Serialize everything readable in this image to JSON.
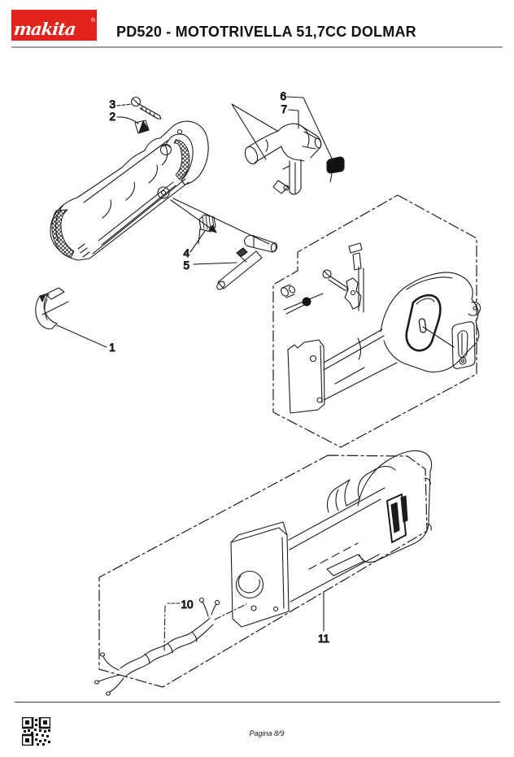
{
  "header": {
    "brand": "makita",
    "brand_reg": "®",
    "title": "PD520 - MOTOTRIVELLA 51,7CC DOLMAR"
  },
  "callouts": {
    "c1": "1",
    "c2": "2",
    "c3": "3",
    "c4": "4",
    "c5": "5",
    "c6": "6",
    "c7": "7",
    "c10": "10",
    "c11": "11"
  },
  "footer": {
    "page_label": "Pagina 8/9"
  },
  "icons": {
    "qr": "qr-code",
    "brand_logo": "makita-logo"
  },
  "colors": {
    "brand_red": "#e0231c",
    "line": "#1c1c1c",
    "rule_gray": "#9c9c9c"
  }
}
